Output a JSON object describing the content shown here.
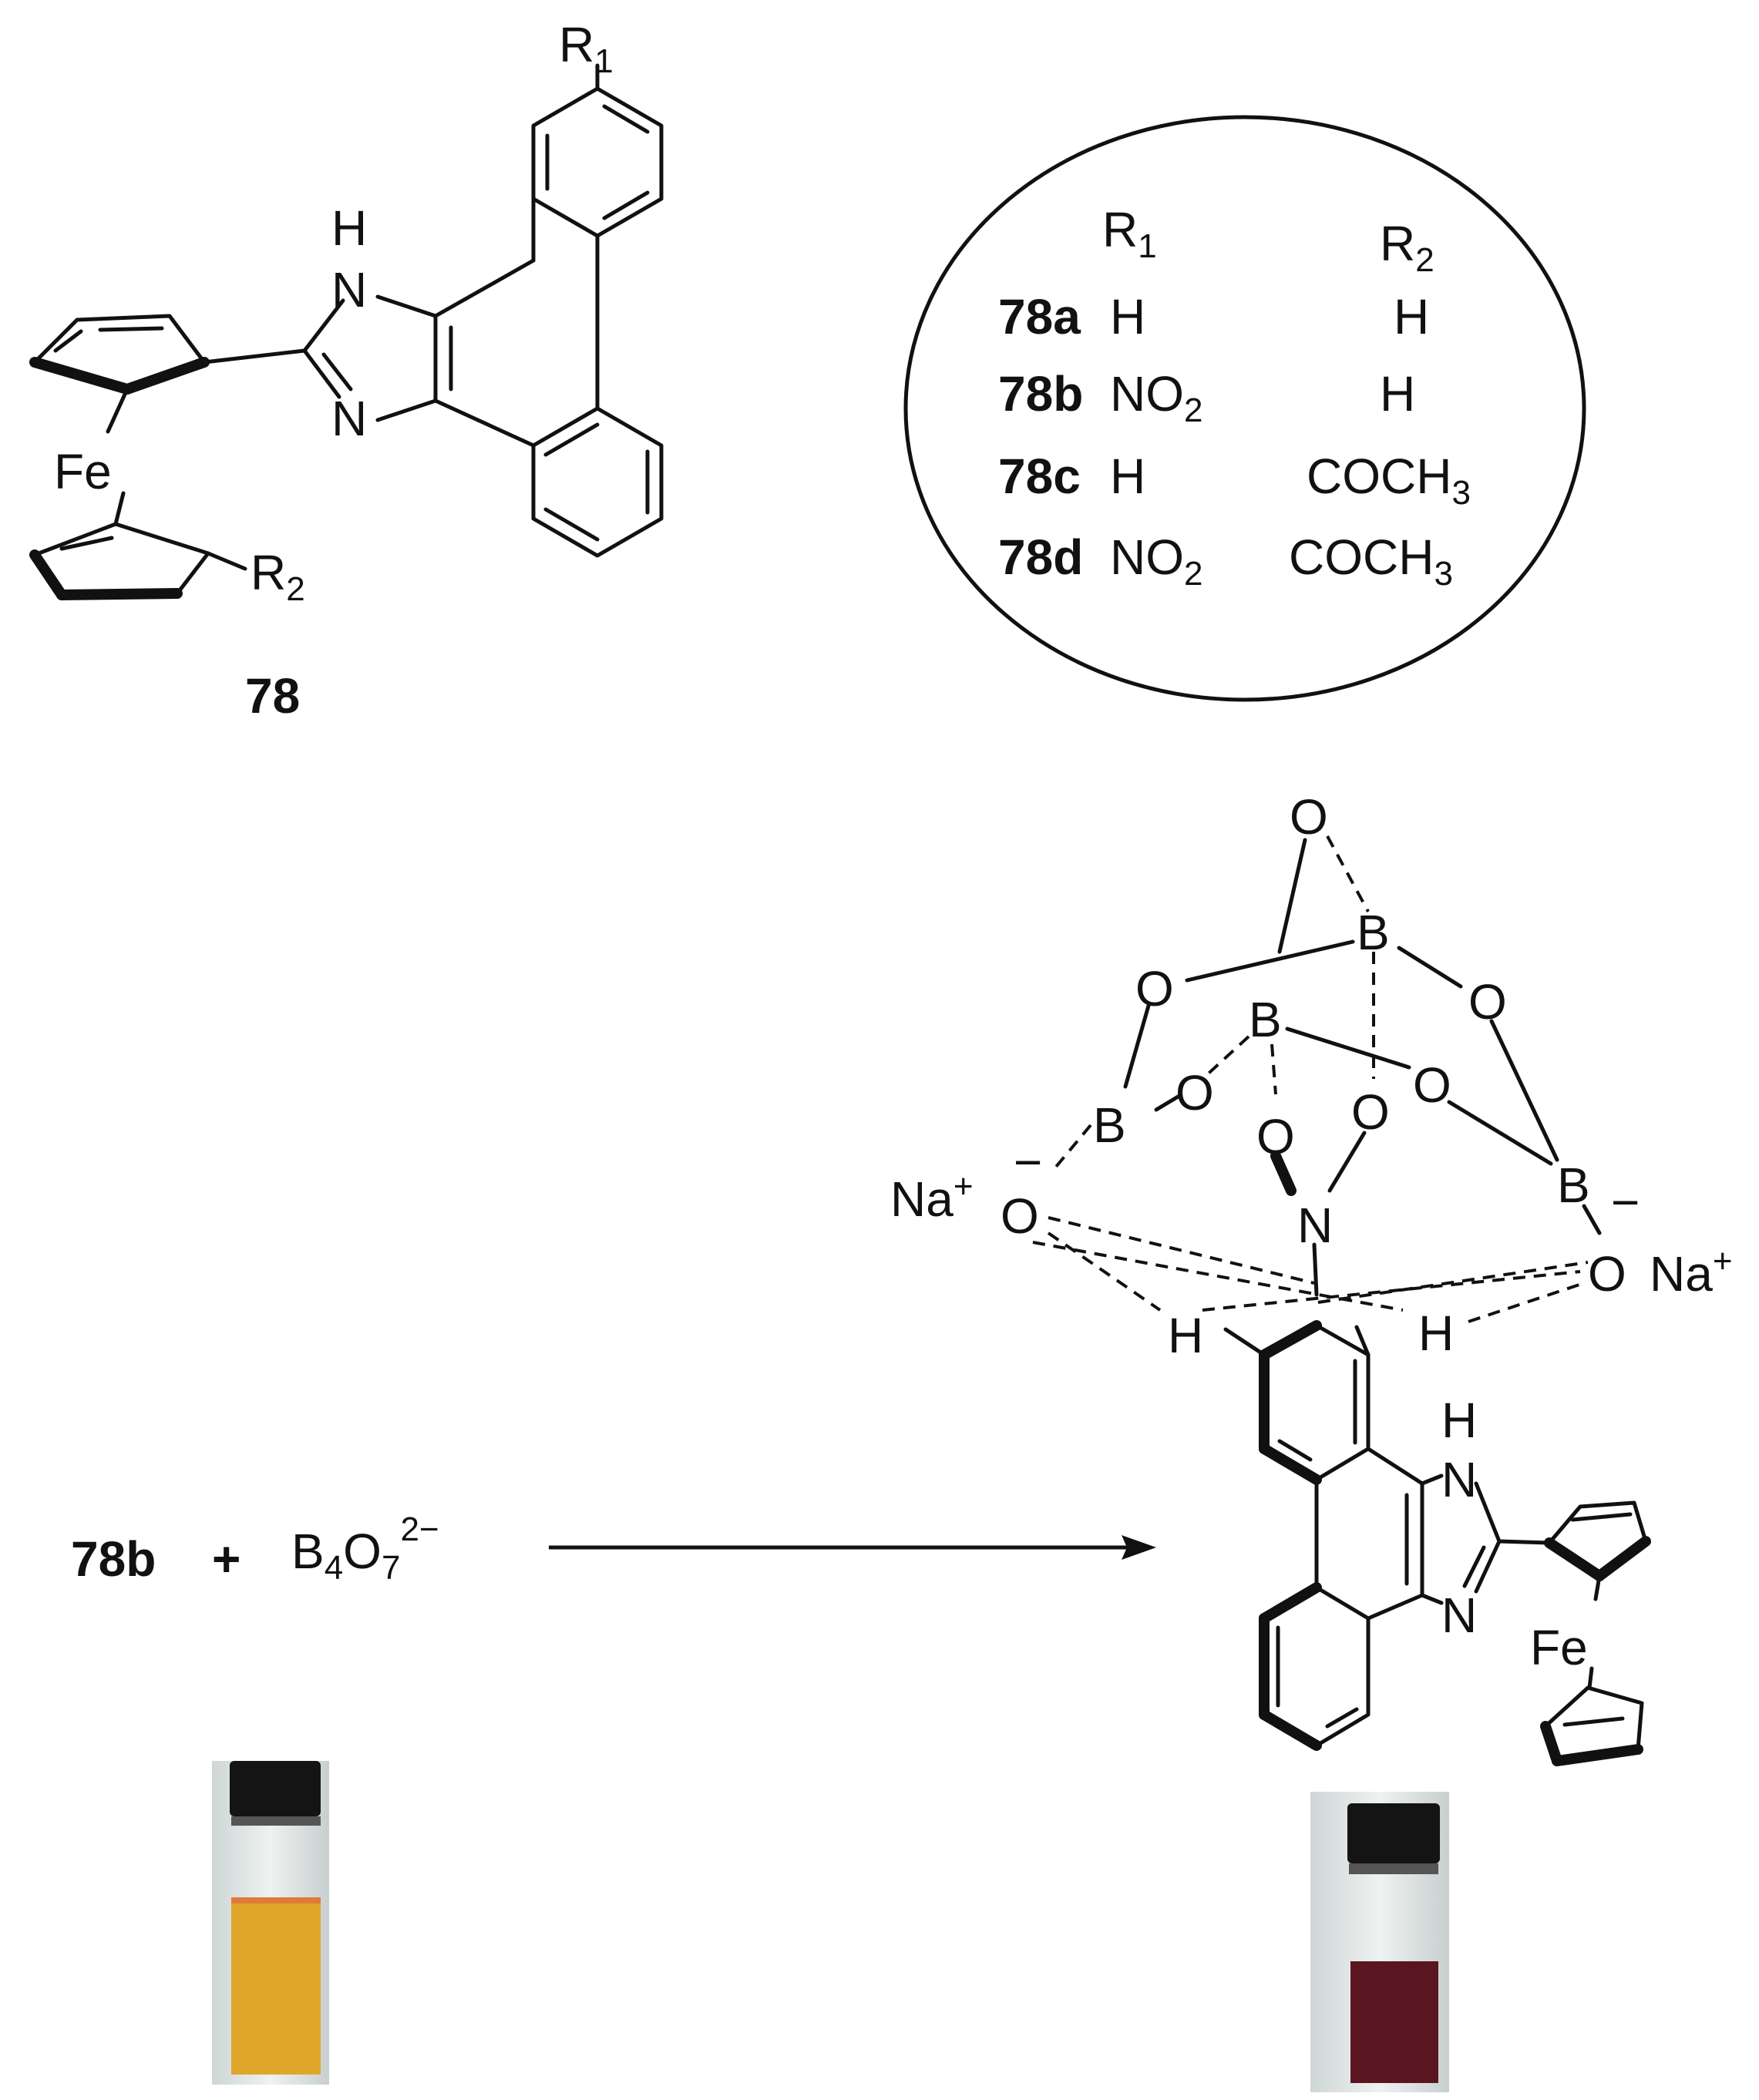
{
  "compound": {
    "number": "78",
    "r1": "R",
    "r1_sub": "1",
    "r2": "R",
    "r2_sub": "2",
    "nh": "H",
    "n_upper": "N",
    "n_lower": "N",
    "fe": "Fe"
  },
  "table": {
    "headers": [
      {
        "main": "R",
        "sub": "1"
      },
      {
        "main": "R",
        "sub": "2"
      }
    ],
    "rows": [
      {
        "id": "78a",
        "r1_main": "H",
        "r1_sub": "",
        "r2_main": "H",
        "r2_sub": ""
      },
      {
        "id": "78b",
        "r1_main": "NO",
        "r1_sub": "2",
        "r2_main": "H",
        "r2_sub": ""
      },
      {
        "id": "78c",
        "r1_main": "H",
        "r1_sub": "",
        "r2_main": "COCH",
        "r2_sub": "3"
      },
      {
        "id": "78d",
        "r1_main": "NO",
        "r1_sub": "2",
        "r2_main": "COCH",
        "r2_sub": "3"
      }
    ]
  },
  "reaction": {
    "reactant": "78b",
    "plus": "+",
    "reagent_main": "B",
    "reagent_sub1": "4",
    "reagent_o": "O",
    "reagent_sub2": "7",
    "reagent_charge": "2−"
  },
  "product": {
    "atoms": {
      "o_top": "O",
      "b_upper": "B",
      "o_left": "O",
      "o_right": "O",
      "b_middle": "B",
      "o_mid_left": "O",
      "o_mid_right": "O",
      "b_left": "B",
      "o_nitro_left": "O",
      "o_nitro_right": "O",
      "b_right": "B",
      "n_nitro": "N",
      "o_anion_left": "O",
      "o_anion_right": "O",
      "na_left": "Na",
      "na_right": "Na",
      "plus": "+",
      "minus": "−",
      "h_left": "H",
      "h_right": "H",
      "nh": "H",
      "n_upper": "N",
      "n_lower": "N",
      "fe": "Fe"
    }
  },
  "vials": {
    "before_color": "#e0a62b",
    "after_color": "#5a1620"
  }
}
